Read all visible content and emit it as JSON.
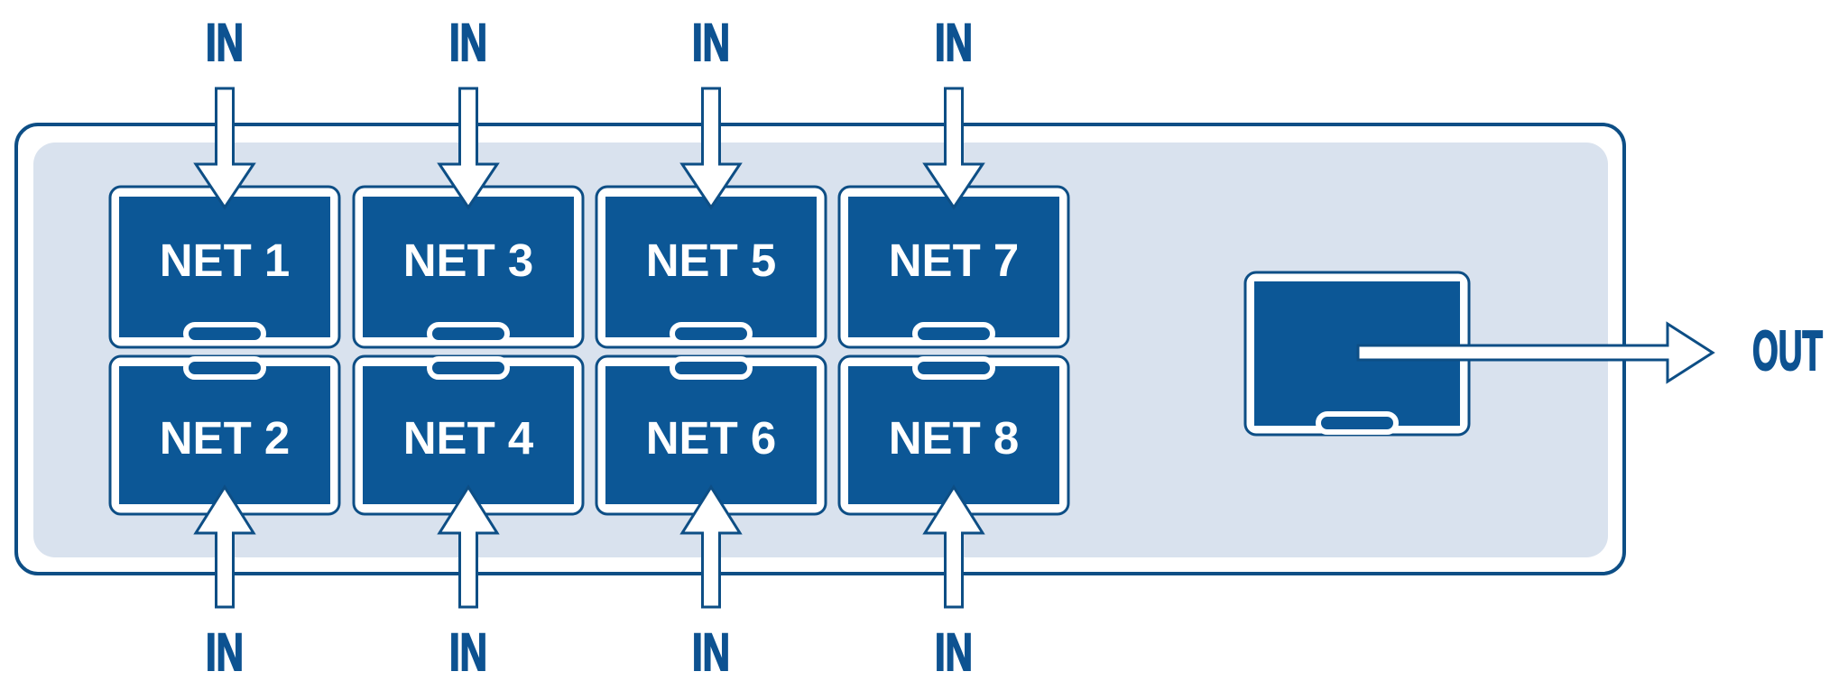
{
  "colors": {
    "brand_blue": "#0C5796",
    "outline_blue": "#0D4E85",
    "label_blue": "#0D5291",
    "panel_blue": "#D9E2EE"
  },
  "device": {
    "inputs": [
      {
        "label": "NET 1",
        "port_label": "IN"
      },
      {
        "label": "NET 2",
        "port_label": "IN"
      },
      {
        "label": "NET 3",
        "port_label": "IN"
      },
      {
        "label": "NET 4",
        "port_label": "IN"
      },
      {
        "label": "NET 5",
        "port_label": "IN"
      },
      {
        "label": "NET 6",
        "port_label": "IN"
      },
      {
        "label": "NET 7",
        "port_label": "IN"
      },
      {
        "label": "NET 8",
        "port_label": "IN"
      }
    ],
    "output": {
      "label": "OUT"
    }
  }
}
